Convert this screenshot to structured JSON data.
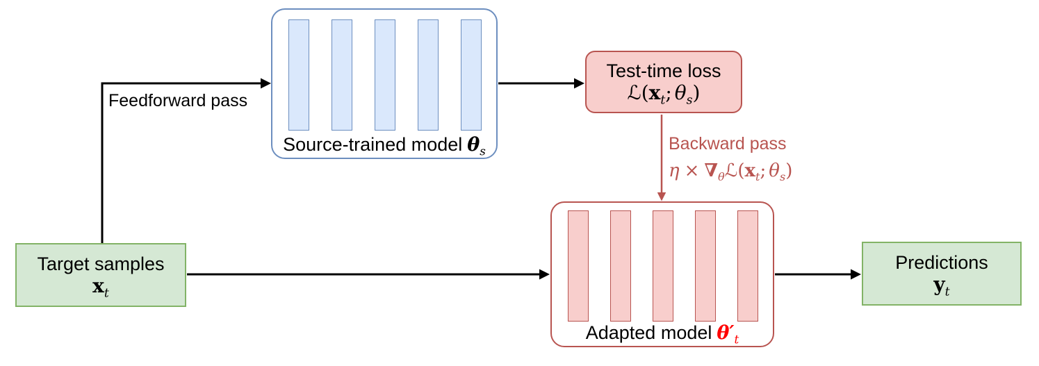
{
  "layer_count": 5,
  "colors": {
    "blue_fill": "#dae8fc",
    "blue_stroke": "#6c8ebf",
    "pink_fill": "#f8cecc",
    "brick_stroke": "#b85450",
    "green_fill": "#d5e8d4",
    "green_stroke": "#82b366",
    "adapted_param_red": "#ff0000",
    "edge_black": "#000000"
  },
  "nodes": {
    "source_model": {
      "label": "Source-trained model",
      "theta": "θ",
      "theta_sub": "s"
    },
    "loss": {
      "title": "Test-time loss",
      "formula": {
        "L": "ℒ(",
        "x": "x",
        "x_sub": "t",
        "sep": ";",
        "theta": "θ",
        "theta_sub": "s",
        "close": ")"
      }
    },
    "adapted_model": {
      "label": "Adapted model",
      "theta": "θ′",
      "theta_sub": "t"
    },
    "target": {
      "title": "Target samples",
      "sym": "x",
      "sym_sub": "t"
    },
    "predictions": {
      "title": "Predictions",
      "sym": "y",
      "sym_sub": "t"
    }
  },
  "edges": {
    "feedforward": {
      "label": "Feedforward pass"
    },
    "backward": {
      "label": "Backward pass",
      "formula": {
        "eta": "η",
        "times": "×",
        "nabla": "∇",
        "nabla_sub": "θ",
        "L": "ℒ(",
        "x": "x",
        "x_sub": "t",
        "sep": ";",
        "theta": "θ",
        "theta_sub": "s",
        "close": ")"
      }
    }
  }
}
